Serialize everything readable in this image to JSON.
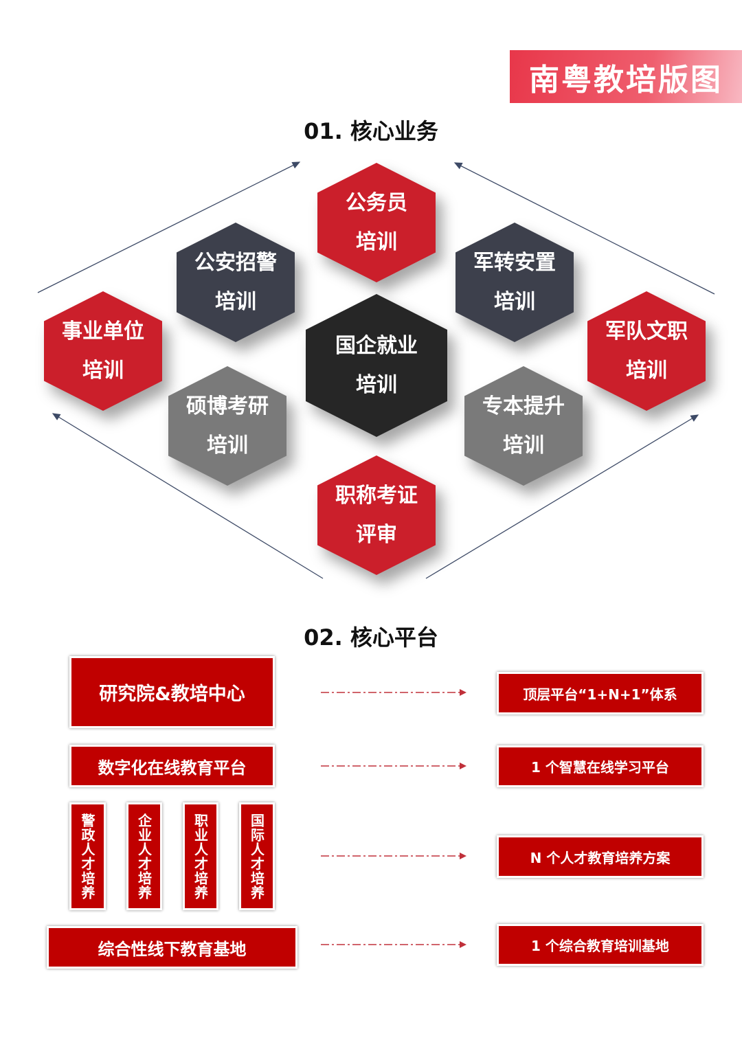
{
  "banner_title": "南粤教培版图",
  "section1": {
    "title": "01. 核心业务",
    "hexagons": [
      {
        "line1": "公务员",
        "line2": "培训"
      },
      {
        "line1": "公安招警",
        "line2": "培训"
      },
      {
        "line1": "军转安置",
        "line2": "培训"
      },
      {
        "line1": "事业单位",
        "line2": "培训"
      },
      {
        "line1": "国企就业",
        "line2": "培训"
      },
      {
        "line1": "军队文职",
        "line2": "培训"
      },
      {
        "line1": "硕博考研",
        "line2": "培训"
      },
      {
        "line1": "专本提升",
        "line2": "培训"
      },
      {
        "line1": "职称考证",
        "line2": "评审"
      }
    ]
  },
  "section2": {
    "title": "02. 核心平台",
    "left": {
      "research": "研究院&教培中心",
      "digital": "数字化在线教育平台",
      "talent": [
        "警政人才培养",
        "企业人才培养",
        "职业人才培养",
        "国际人才培养"
      ],
      "offline": "综合性线下教育基地"
    },
    "right": [
      "顶层平台“1+N+1”体系",
      "1 个智慧在线学习平台",
      "N 个人才教育培养方案",
      "1 个综合教育培训基地"
    ]
  },
  "colors": {
    "red": "#cb1f2b",
    "box_red": "#c00000",
    "slate": "#3d404c",
    "gray": "#7a7a7a",
    "black": "#262626"
  }
}
